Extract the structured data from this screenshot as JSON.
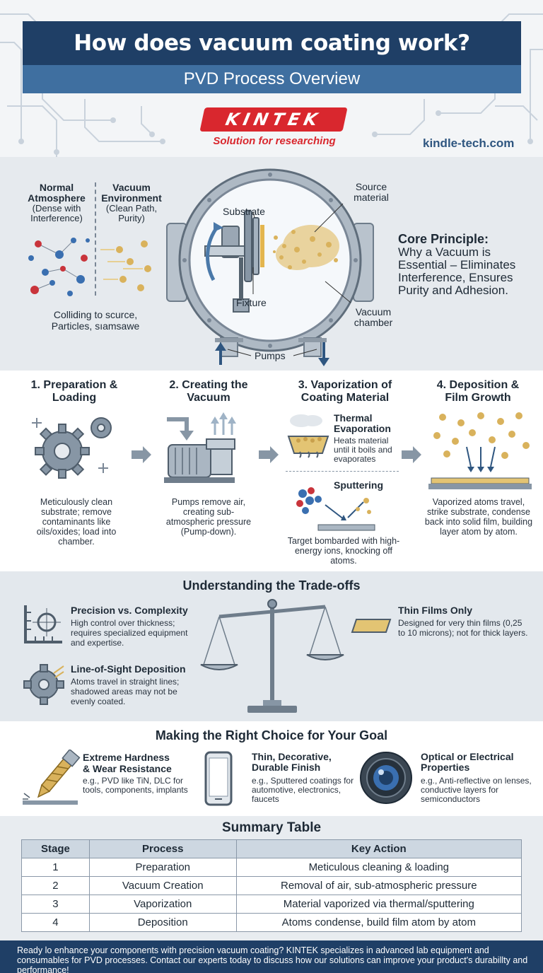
{
  "header": {
    "title": "How does vacuum coating work?",
    "subtitle": "PVD Process Overview",
    "logo_text": "KINTEK",
    "logo_tagline": "Solution for researching",
    "site_url": "kindle-tech.com"
  },
  "principle": {
    "normal_title_1": "Normal",
    "normal_title_2": "Atmosphere",
    "normal_sub_1": "(Dense with",
    "normal_sub_2": "Interference)",
    "vacuum_title_1": "Vacuum",
    "vacuum_title_2": "Environment",
    "vacuum_sub_1": "(Clean Path,",
    "vacuum_sub_2": "Purity)",
    "caption_1": "Colliding to scurce,",
    "caption_2": "Particles, sıamsawe",
    "label_substrate": "Substrate",
    "label_source_1": "Source",
    "label_source_2": "material",
    "label_fixture": "Fixture",
    "label_chamber_1": "Vacuum",
    "label_chamber_2": "chamber",
    "label_pumps": "Pumps",
    "core_title": "Core Principle:",
    "core_text": "Why a Vacuum is Essential – Eliminates Interference, Ensures Purity and Adhesion."
  },
  "steps": [
    {
      "title_1": "1. Preparation &",
      "title_2": "Loading",
      "desc": "Meticulously clean substrate; remove contaminants like oils/oxides; load into chamber."
    },
    {
      "title_1": "2. Creating the",
      "title_2": "Vacuum",
      "desc": "Pumps remove air, creating sub-atmospheric pressure (Pump-down)."
    },
    {
      "title_1": "3. Vaporization of",
      "title_2": "Coating Material",
      "desc": "Target bombarded with high-energy ions, knocking off atoms."
    },
    {
      "title_1": "4. Deposition &",
      "title_2": "Film Growth",
      "desc": "Vaporized atoms travel, strike substrate, condense back into solid film, building layer atom by atom."
    }
  ],
  "vaporization": {
    "thermal_title_1": "Thermal",
    "thermal_title_2": "Evaporation",
    "thermal_desc": "Heats material until it boils and evaporates",
    "sputter_title": "Sputtering"
  },
  "tradeoffs": {
    "title": "Understanding the Trade-offs",
    "items": [
      {
        "title": "Precision vs. Complexity",
        "desc": "High control over thickness; requires specialized equipment and expertise."
      },
      {
        "title": "Line-of-Sight Deposition",
        "desc": "Atoms travel in straight lines; shadowed areas may not be evenly coated."
      },
      {
        "title": "Thin Films Only",
        "desc": "Designed for very thin films (0,25 to 10 microns); not for thick layers."
      }
    ]
  },
  "choice": {
    "title": "Making the Right Choice for Your Goal",
    "items": [
      {
        "title_1": "Extreme Hardness",
        "title_2": "& Wear Resistance",
        "desc": "e.g., PVD like TiN, DLC for tools, components, implants"
      },
      {
        "title_1": "Thin, Decorative,",
        "title_2": "Durable Finish",
        "desc": "e.g., Sputtered coatings for automotive, electronics, faucets"
      },
      {
        "title_1": "Optical or Electrical",
        "title_2": "Properties",
        "desc": "e.g., Anti-reflective on lenses, conductive layers for semiconductors"
      }
    ]
  },
  "summary": {
    "title": "Summary Table",
    "headers": [
      "Stage",
      "Process",
      "Key Action"
    ],
    "rows": [
      [
        "1",
        "Preparation",
        "Meticulous cleaning & loading"
      ],
      [
        "2",
        "Vacuum Creation",
        "Removal of air, sub-atmospheric pressure"
      ],
      [
        "3",
        "Vaporization",
        "Material vaporized via thermal/sputtering"
      ],
      [
        "4",
        "Deposition",
        "Atoms condense, build film atom by atom"
      ]
    ]
  },
  "footer": {
    "text": "Ready lo enhance your components with precision vacuum coating? KINTEK specializes in advanced lab equipment and consumables for PVD processes. Contact our experts today to discuss how our solutions can improve your product's durabillty and performance!"
  },
  "colors": {
    "navy": "#1f3f66",
    "steel_blue": "#3f6fa0",
    "brand_red": "#d9272e",
    "gold": "#d9b25c"
  }
}
